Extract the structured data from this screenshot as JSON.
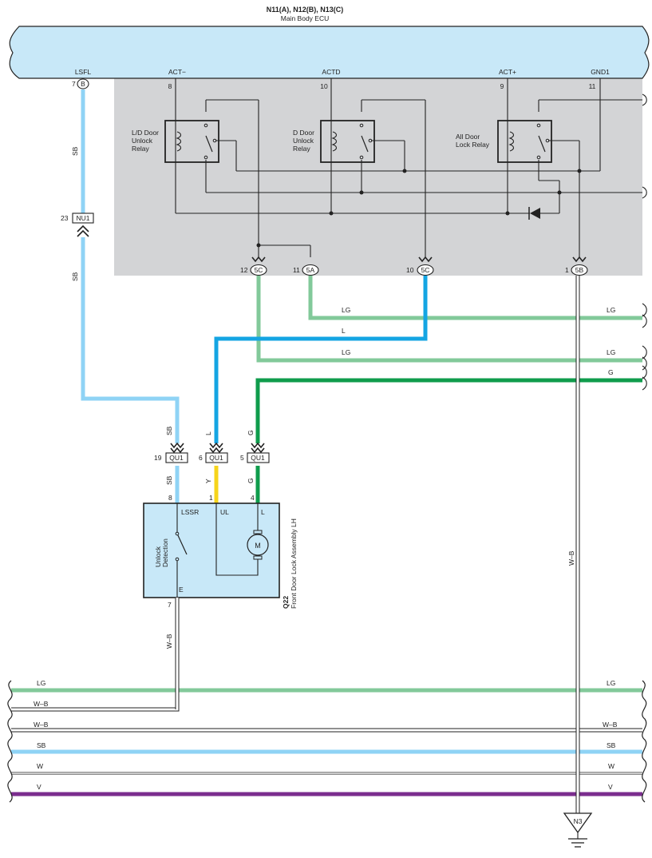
{
  "ecu": {
    "title_line1": "N11(A), N12(B), N13(C)",
    "title_line2": "Main Body ECU",
    "pins": {
      "lsfl": {
        "name": "LSFL",
        "pin": "7",
        "connector": "B"
      },
      "act_minus": {
        "name": "ACT−",
        "pin": "8"
      },
      "actd": {
        "name": "ACTD",
        "pin": "10"
      },
      "act_plus": {
        "name": "ACT+",
        "pin": "9"
      },
      "gnd1": {
        "name": "GND1",
        "pin": "11"
      }
    },
    "relays": {
      "ld_door_unlock": "L/D Door Unlock Relay",
      "d_door_unlock": "D Door Unlock Relay",
      "all_door_lock": "All Door Lock Relay"
    },
    "terminals": [
      {
        "pin": "12",
        "connector": "5C"
      },
      {
        "pin": "11",
        "connector": "5A"
      },
      {
        "pin": "10",
        "connector": "5C"
      },
      {
        "pin": "1",
        "connector": "5B"
      }
    ]
  },
  "connectors": {
    "nu1": {
      "pin": "23",
      "name": "NU1"
    },
    "qu1_sb": {
      "pin": "19",
      "name": "QU1"
    },
    "qu1_l": {
      "pin": "6",
      "name": "QU1"
    },
    "qu1_g": {
      "pin": "5",
      "name": "QU1"
    }
  },
  "wire_labels": {
    "sb": "SB",
    "lg": "LG",
    "l": "L",
    "g": "G",
    "y": "Y",
    "wb": "W–B",
    "w": "W",
    "v": "V"
  },
  "wire_colors": {
    "SB": "#8fd3f5",
    "LG": "#82c99a",
    "L": "#14a5e3",
    "G": "#0f9c4c",
    "Y": "#f6d41b",
    "W-B": "#ffffff",
    "W": "#ffffff",
    "V": "#7b2d8e"
  },
  "door_lock": {
    "id": "Q22",
    "name": "Front Door Lock Assembly LH",
    "pins": {
      "lssr": "LSSR",
      "ul": "UL",
      "l": "L",
      "e": "E"
    },
    "pin_numbers": {
      "lssr": "8",
      "ul": "1",
      "l": "4",
      "e": "7"
    },
    "switch_label": "Unlock Detection",
    "motor_label": "M"
  },
  "ground": {
    "label": "N3"
  },
  "bottom_wires": [
    "LG",
    "W–B",
    "W–B",
    "SB",
    "W",
    "V"
  ]
}
